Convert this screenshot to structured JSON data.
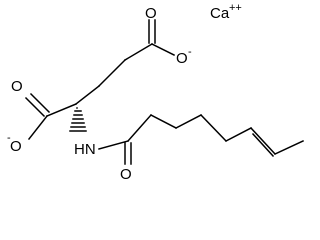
{
  "molecule": {
    "atoms": {
      "o_top_carbonyl": "O",
      "o_top_anion": "O",
      "o_top_anion_charge": "-",
      "o_left_carbonyl": "O",
      "o_left_anion": "O",
      "o_left_anion_charge": "-",
      "amide_n": "HN",
      "amide_o": "O",
      "counterion": "Ca",
      "counterion_charge": "++"
    }
  }
}
